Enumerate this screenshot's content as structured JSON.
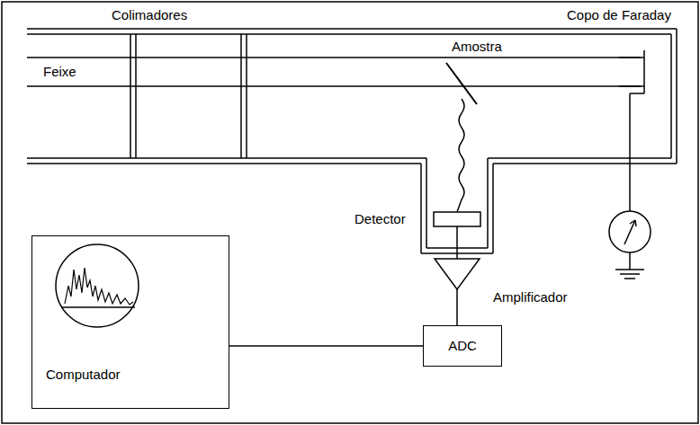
{
  "diagram": {
    "nodes": [
      {
        "text": [
          "Computador"
        ]
      },
      {
        "text": [
          "ADC"
        ]
      }
    ],
    "edges": [
      {
        "from": 0,
        "to": 1,
        "arrow": "none"
      }
    ],
    "labels": [
      "Colimadores",
      "Copo de Faraday",
      "Feixe",
      "Amostra",
      "Detector",
      "Amplificador"
    ]
  }
}
